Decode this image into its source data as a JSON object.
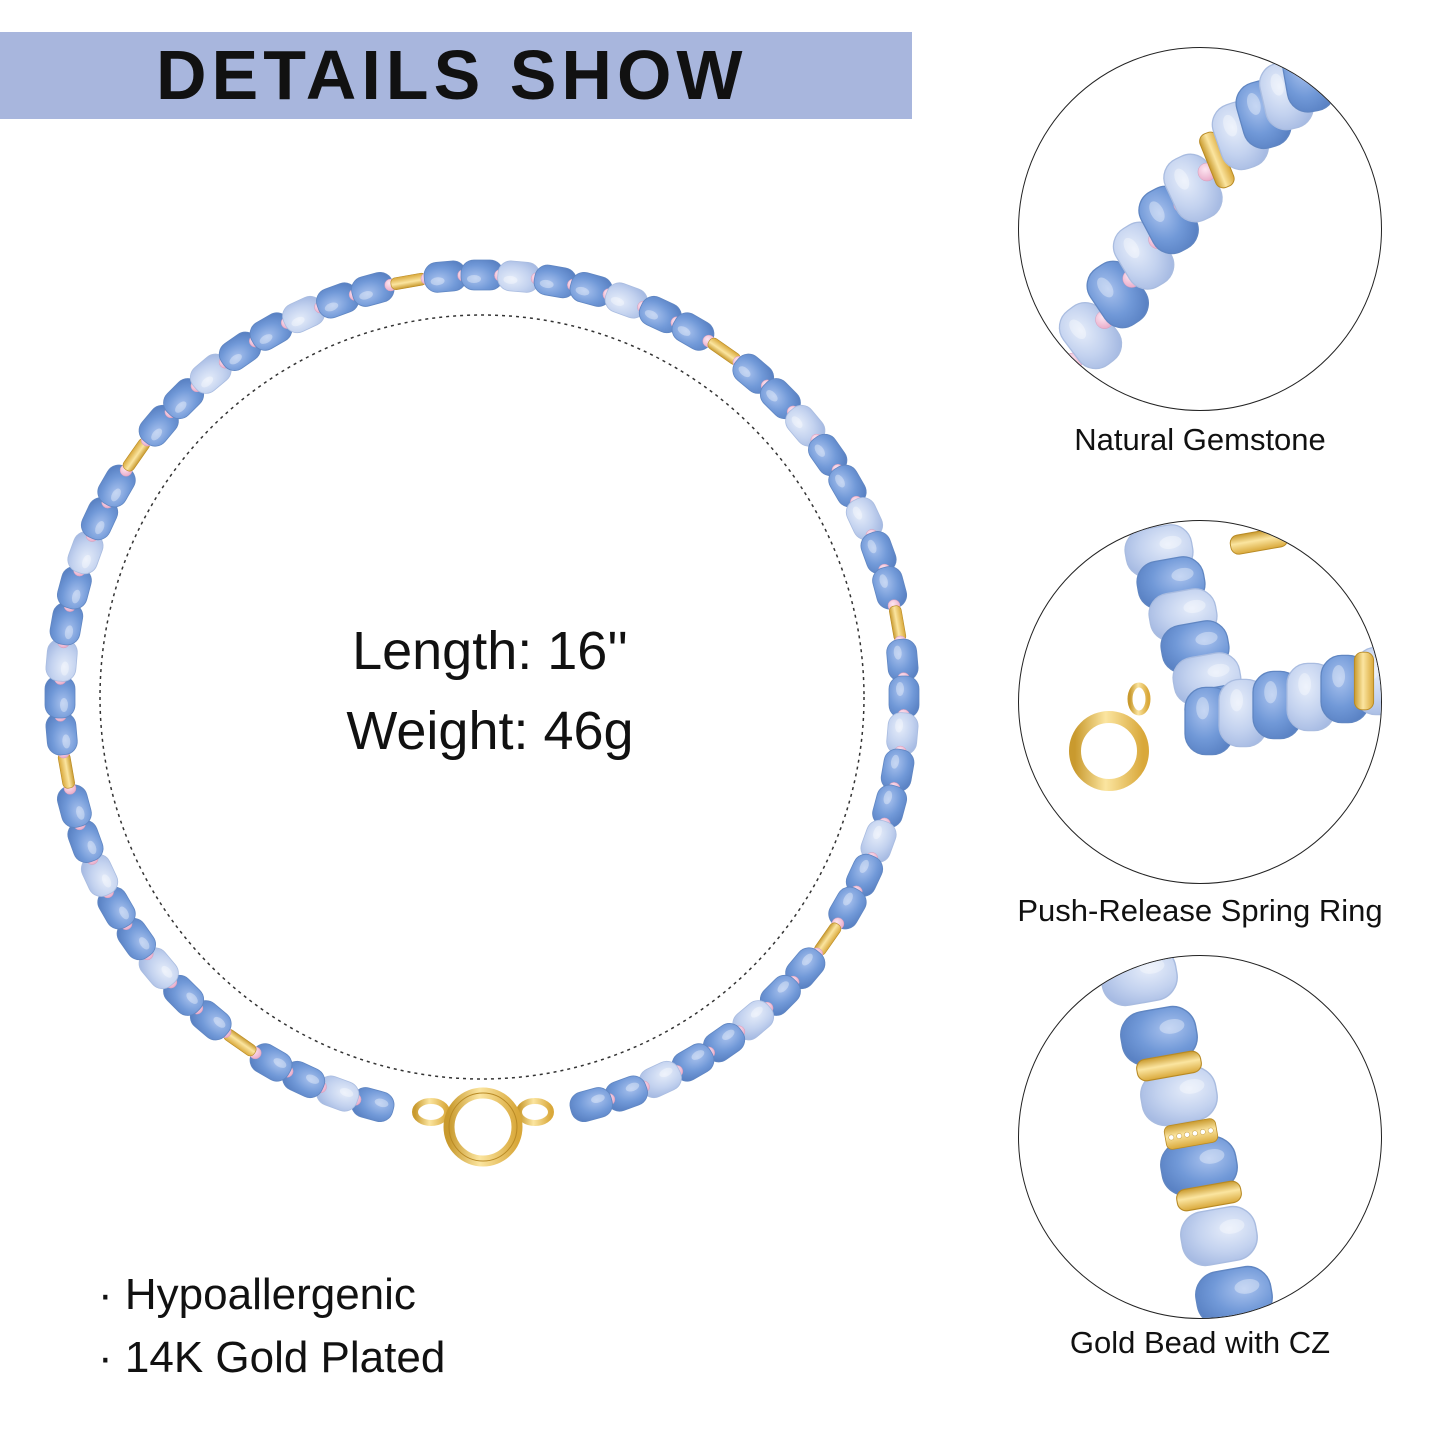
{
  "header": {
    "title": "DETAILS SHOW"
  },
  "specs": {
    "length": "Length: 16''",
    "weight": "Weight: 46g"
  },
  "features": [
    {
      "text": "· Hypoallergenic"
    },
    {
      "text": "· 14K Gold Plated"
    }
  ],
  "details": [
    {
      "caption": "Natural Gemstone"
    },
    {
      "caption": "Push-Release Spring Ring"
    },
    {
      "caption": "Gold Bead with CZ"
    }
  ],
  "colors": {
    "banner": "#a8b6dd",
    "gemstone_dark": "#6f97d6",
    "gemstone_light": "#c3d1ee",
    "seed_bead": "#f0bfd8",
    "gold": "#e8c25a"
  }
}
